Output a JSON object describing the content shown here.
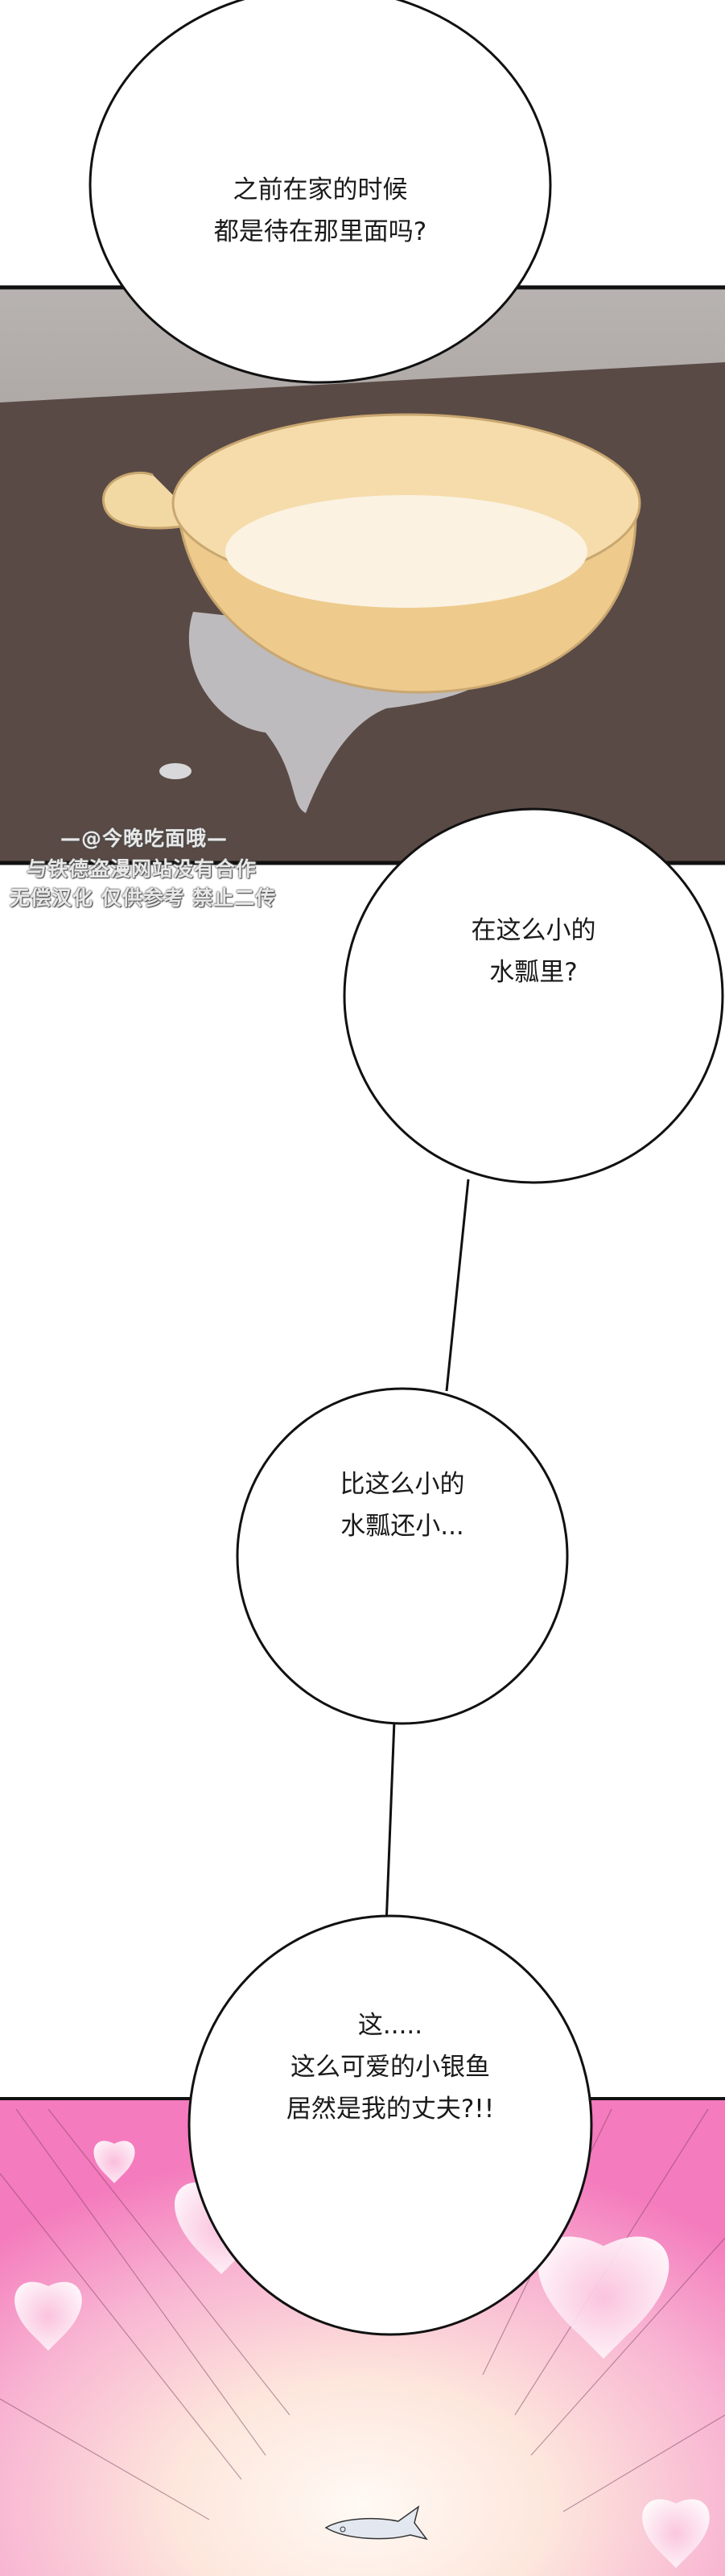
{
  "bubbles": [
    {
      "lines": [
        "之前在家的时候",
        "都是待在那里面吗?"
      ]
    },
    {
      "lines": [
        "在这么小的",
        "水瓢里?"
      ]
    },
    {
      "lines": [
        "比这么小的",
        "水瓢还小..."
      ]
    },
    {
      "lines": [
        "这.....",
        "这么可爱的小银鱼",
        "居然是我的丈夫?!!"
      ]
    }
  ],
  "watermark": {
    "line1": "—@今晚吃面哦—",
    "line2": "与铁德盗漫网站没有合作",
    "line3": "无偿汉化 仅供参考 禁止二传"
  },
  "colors": {
    "counter": "#5a4a45",
    "wall": "#9a9592",
    "bowl": "#f2d9a4",
    "pink": "#f58ac4"
  }
}
